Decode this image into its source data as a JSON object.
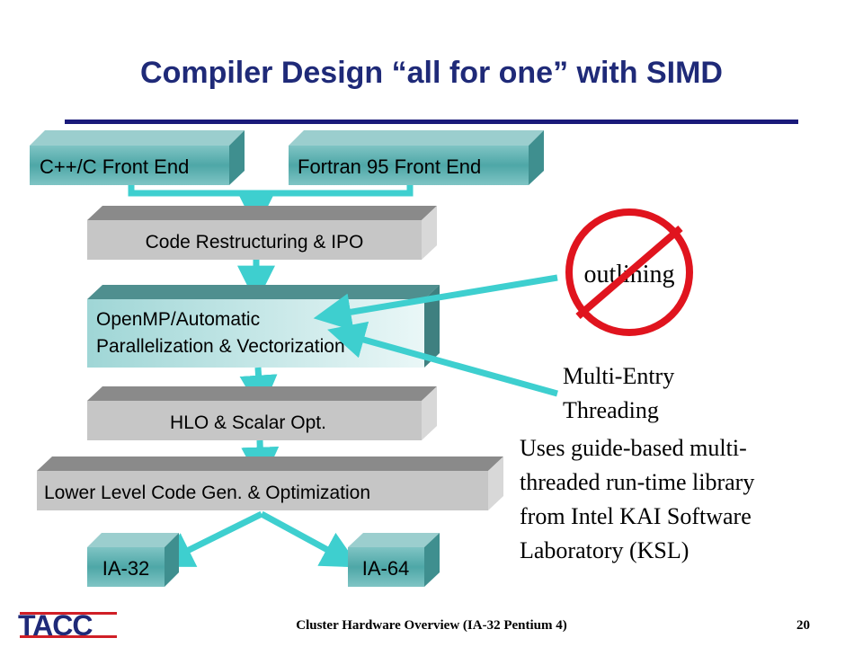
{
  "title": "Compiler Design “all for one” with SIMD",
  "boxes": {
    "cpp_front": "C++/C Front End",
    "fortran_front": "Fortran 95 Front End",
    "restructuring": "Code Restructuring & IPO",
    "openmp_line1": "OpenMP/Automatic",
    "openmp_line2": "Parallelization & Vectorization",
    "hlo": "HLO & Scalar Opt.",
    "lower": "Lower Level Code Gen. & Optimization",
    "ia32": "IA-32",
    "ia64": "IA-64"
  },
  "outlining": "outlining",
  "multi_entry_line1": "Multi-Entry",
  "multi_entry_line2": "Threading",
  "description": {
    "line1": "Uses guide-based multi-",
    "line2": "threaded run-time library",
    "line3": "from Intel KAI Software",
    "line4": "Laboratory (KSL)"
  },
  "footer": "Cluster Hardware Overview (IA-32 Pentium 4)",
  "page_number": "20",
  "logo_text": "TACC",
  "colors": {
    "title": "#1f2a78",
    "rule": "#1a1a7a",
    "connector": "#3ecfcf",
    "prohibit": "#e0141e",
    "teal_box": "#5fb3b3",
    "gray_box": "#c6c6c6",
    "logo_blue": "#1f2a78",
    "logo_red": "#d01f26"
  }
}
